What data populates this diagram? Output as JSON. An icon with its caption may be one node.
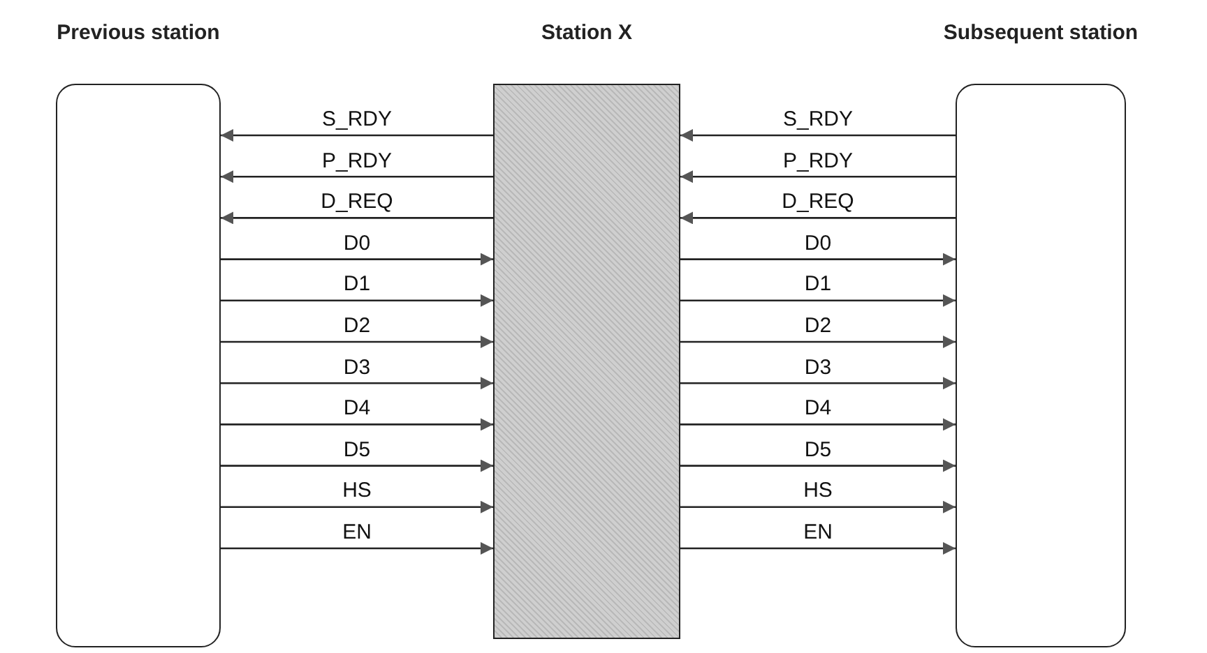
{
  "diagram": {
    "nodes": [
      {
        "text": [
          "Previous station"
        ]
      },
      {
        "text": [
          "Station X"
        ]
      },
      {
        "text": [
          "Subsequent station"
        ]
      }
    ],
    "edges": [
      {
        "from": 1,
        "to": 0,
        "arrow": "to",
        "label": "S_RDY"
      },
      {
        "from": 2,
        "to": 1,
        "arrow": "to",
        "label": "S_RDY"
      },
      {
        "from": 1,
        "to": 0,
        "arrow": "to",
        "label": "P_RDY"
      },
      {
        "from": 2,
        "to": 1,
        "arrow": "to",
        "label": "P_RDY"
      },
      {
        "from": 1,
        "to": 0,
        "arrow": "to",
        "label": "D_REQ"
      },
      {
        "from": 2,
        "to": 1,
        "arrow": "to",
        "label": "D_REQ"
      },
      {
        "from": 0,
        "to": 1,
        "arrow": "to",
        "label": "D0"
      },
      {
        "from": 1,
        "to": 2,
        "arrow": "to",
        "label": "D0"
      },
      {
        "from": 0,
        "to": 1,
        "arrow": "to",
        "label": "D1"
      },
      {
        "from": 1,
        "to": 2,
        "arrow": "to",
        "label": "D1"
      },
      {
        "from": 0,
        "to": 1,
        "arrow": "to",
        "label": "D2"
      },
      {
        "from": 1,
        "to": 2,
        "arrow": "to",
        "label": "D2"
      },
      {
        "from": 0,
        "to": 1,
        "arrow": "to",
        "label": "D3"
      },
      {
        "from": 1,
        "to": 2,
        "arrow": "to",
        "label": "D3"
      },
      {
        "from": 0,
        "to": 1,
        "arrow": "to",
        "label": "D4"
      },
      {
        "from": 1,
        "to": 2,
        "arrow": "to",
        "label": "D4"
      },
      {
        "from": 0,
        "to": 1,
        "arrow": "to",
        "label": "D5"
      },
      {
        "from": 1,
        "to": 2,
        "arrow": "to",
        "label": "D5"
      },
      {
        "from": 0,
        "to": 1,
        "arrow": "to",
        "label": "HS"
      },
      {
        "from": 1,
        "to": 2,
        "arrow": "to",
        "label": "HS"
      },
      {
        "from": 0,
        "to": 1,
        "arrow": "to",
        "label": "EN"
      },
      {
        "from": 1,
        "to": 2,
        "arrow": "to",
        "label": "EN"
      }
    ]
  }
}
